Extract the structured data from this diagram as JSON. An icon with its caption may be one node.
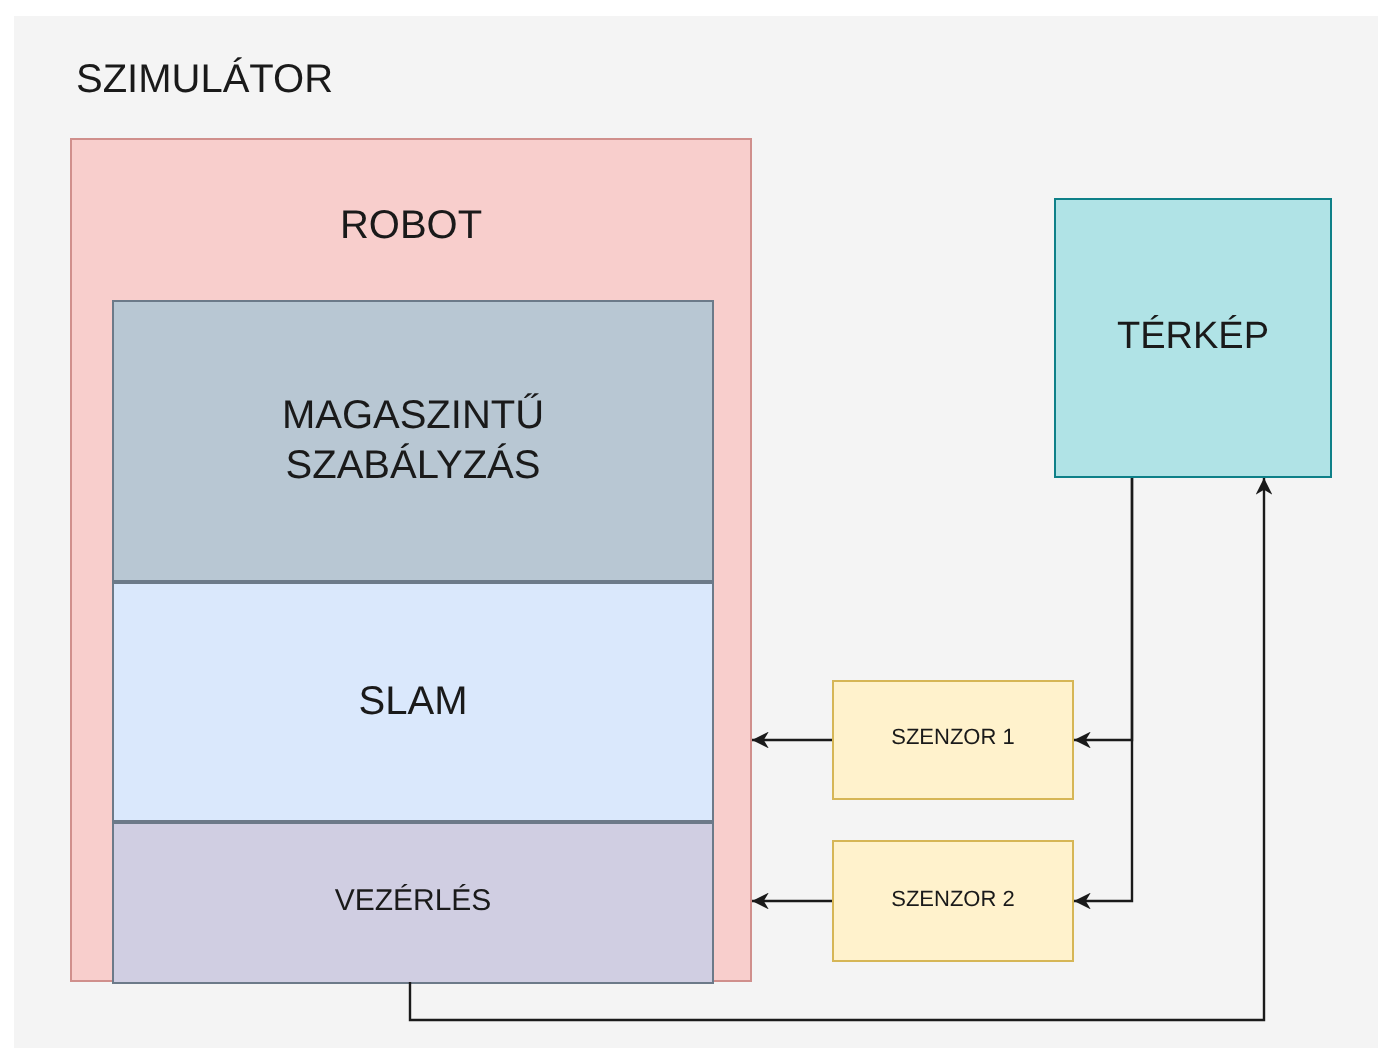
{
  "diagram": {
    "nodes": [
      {
        "text": [
          "SZIMULÁTOR"
        ]
      },
      {
        "text": [
          "ROBOT"
        ],
        "in": 0
      },
      {
        "text": [
          "MAGASZINTŰ SZABÁLYZÁS"
        ],
        "in": 1
      },
      {
        "text": [
          "SLAM"
        ],
        "in": 1
      },
      {
        "text": [
          "VEZÉRLÉS"
        ],
        "in": 1
      },
      {
        "text": [
          "TÉRKÉP"
        ],
        "in": 0
      },
      {
        "text": [
          "SZENZOR 1"
        ],
        "in": 0
      },
      {
        "text": [
          "SZENZOR 2"
        ],
        "in": 0
      }
    ],
    "edges": [
      {
        "from": 5,
        "to": 6,
        "arrow": "to"
      },
      {
        "from": 5,
        "to": 7,
        "arrow": "to"
      },
      {
        "from": 6,
        "to": 1,
        "arrow": "to"
      },
      {
        "from": 7,
        "to": 1,
        "arrow": "to"
      },
      {
        "from": 4,
        "to": 5,
        "arrow": "to"
      }
    ]
  }
}
